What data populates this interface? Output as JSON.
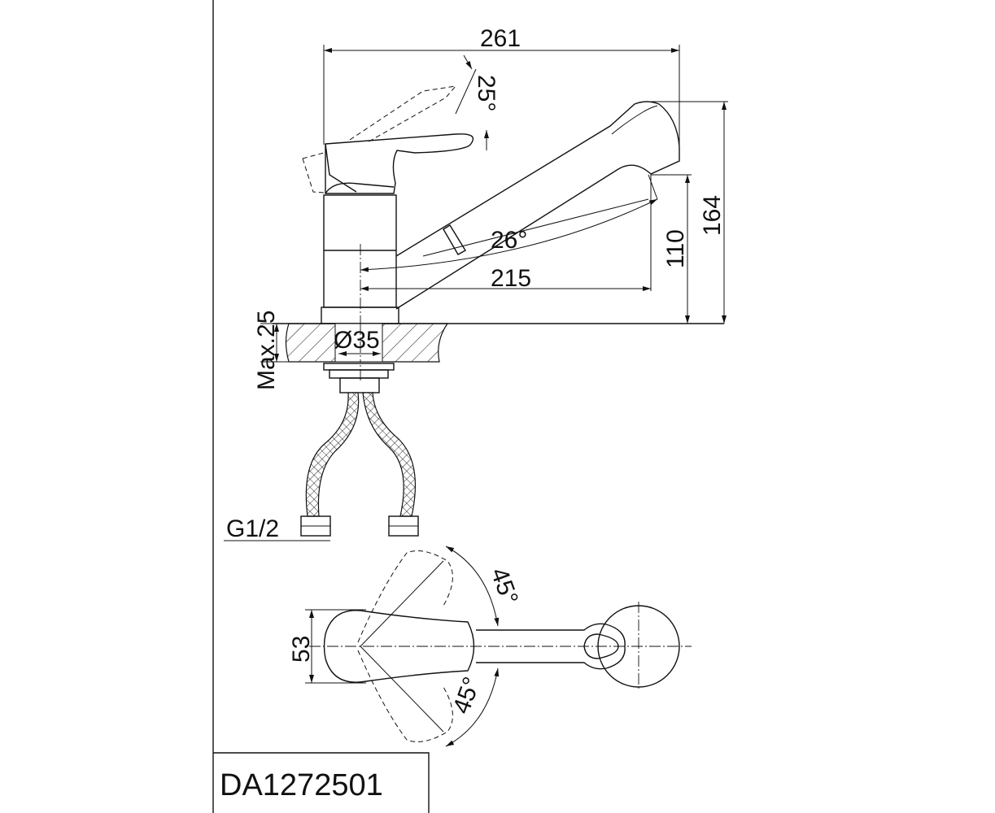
{
  "drawing": {
    "model_code": "DA1272501",
    "dimensions": {
      "total_length": "261",
      "lever_angle": "25°",
      "spout_angle": "26°",
      "spout_reach": "215",
      "spout_height": "110",
      "total_height": "164",
      "max_counter_thickness": "Max.25",
      "mount_hole_diameter": "Ø35",
      "connection_thread": "G1/2",
      "swivel_angle_top": "45°",
      "swivel_angle_bottom": "45°",
      "handle_width": "53"
    }
  }
}
